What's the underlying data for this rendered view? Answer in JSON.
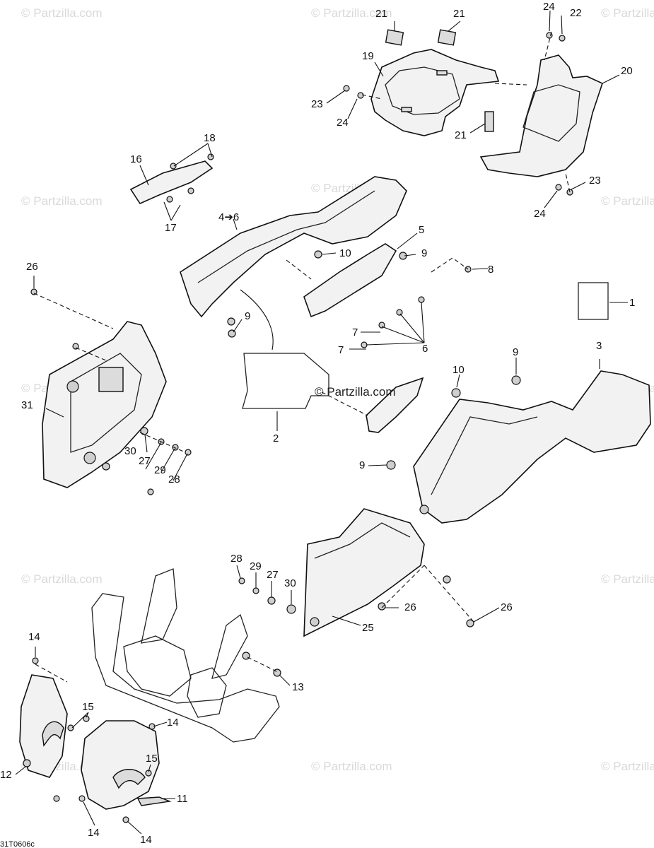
{
  "watermark": "© Partzilla.com",
  "center_watermark": "© Partzilla.com",
  "drawing_ref": "31T0606c",
  "labels": {
    "l1": "1",
    "l2": "2",
    "l3": "3",
    "l4to6": "4➔6",
    "l5": "5",
    "l6a": "6",
    "l7a": "7",
    "l7b": "7",
    "l8": "8",
    "l9a": "9",
    "l9b": "9",
    "l9c": "9",
    "l9d": "9",
    "l10a": "10",
    "l10b": "10",
    "l11": "11",
    "l12": "12",
    "l13": "13",
    "l14a": "14",
    "l14b": "14",
    "l14c": "14",
    "l14d": "14",
    "l15a": "15",
    "l15b": "15",
    "l16": "16",
    "l17": "17",
    "l18": "18",
    "l19": "19",
    "l20": "20",
    "l21a": "21",
    "l21b": "21",
    "l21c": "21",
    "l22": "22",
    "l23a": "23",
    "l23b": "23",
    "l24a": "24",
    "l24b": "24",
    "l24c": "24",
    "l25": "25",
    "l26a": "26",
    "l26b": "26",
    "l26c": "26",
    "l27a": "27",
    "l27b": "27",
    "l28a": "28",
    "l28b": "28",
    "l29a": "29",
    "l29b": "29",
    "l30a": "30",
    "l30b": "30",
    "l31": "31"
  }
}
